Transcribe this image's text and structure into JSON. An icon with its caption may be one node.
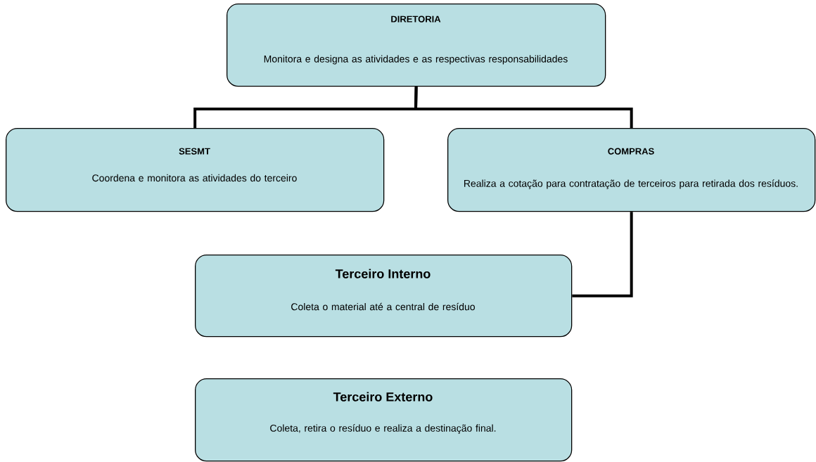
{
  "diagram": {
    "nodes": [
      {
        "text": [
          "DIRETORIA",
          "Monitora e designa as atividades e as respectivas responsabilidades"
        ]
      },
      {
        "text": [
          "SESMT",
          "Coordena e monitora as atividades do terceiro"
        ]
      },
      {
        "text": [
          "COMPRAS",
          "Realiza a cotação para contratação de terceiros para retirada dos resíduos."
        ]
      },
      {
        "text": [
          "Terceiro Interno",
          "Coleta o material até a central de resíduo"
        ]
      },
      {
        "text": [
          "Terceiro Externo",
          "Coleta, retira o resíduo e realiza a destinação final."
        ]
      }
    ],
    "edges": [
      {
        "from": 0,
        "to": 1,
        "arrow": "none"
      },
      {
        "from": 0,
        "to": 2,
        "arrow": "none"
      },
      {
        "from": 2,
        "to": 3,
        "arrow": "none"
      }
    ]
  }
}
